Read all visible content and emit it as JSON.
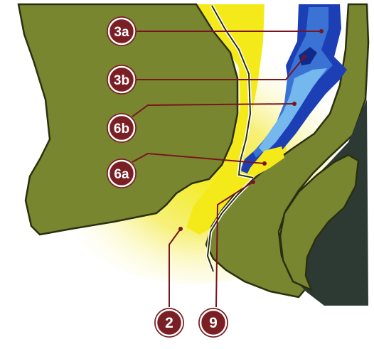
{
  "colors": {
    "tissue": "#78862f",
    "tissue_edge": "#2b2f10",
    "yellow": "#f4ea1a",
    "blue_dark": "#1c3fb6",
    "blue_mid": "#3a73d4",
    "blue_light": "#74b8ee",
    "void": "#2d3a34",
    "leader": "#7a1420",
    "callout_fill": "#7a1f24",
    "callout_ring": "#ffffff"
  },
  "callouts": [
    {
      "id": "3a",
      "label": "3a"
    },
    {
      "id": "3b",
      "label": "3b"
    },
    {
      "id": "6b",
      "label": "6b"
    },
    {
      "id": "6a",
      "label": "6a"
    },
    {
      "id": "2",
      "label": "2"
    },
    {
      "id": "9",
      "label": "9"
    }
  ]
}
